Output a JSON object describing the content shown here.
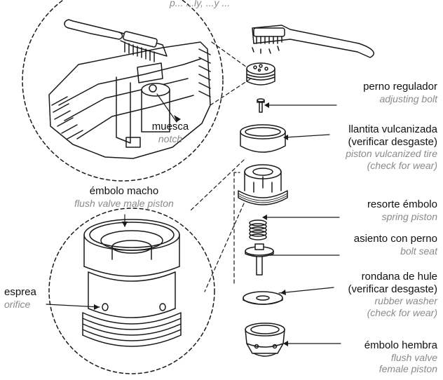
{
  "top_caption": "p...  ...ly, ...y ...",
  "labels": {
    "notch": {
      "es": "muesca",
      "en": "notch"
    },
    "male_piston": {
      "es": "émbolo macho",
      "en": "flush valve male piston"
    },
    "orifice": {
      "es": "esprea",
      "en": "orifice"
    },
    "bolt": {
      "es": "perno regulador",
      "en": "adjusting bolt"
    },
    "tire": {
      "es1": "llantita vulcanizada",
      "es2": "(verificar desgaste)",
      "en1": "piston vulcanized tire",
      "en2": "(check for wear)"
    },
    "spring": {
      "es": "resorte émbolo",
      "en": "spring piston"
    },
    "seat": {
      "es": "asiento con perno",
      "en": "bolt seat"
    },
    "washer": {
      "es1": "rondana de hule",
      "es2": "(verificar desgaste)",
      "en1": "rubber washer",
      "en2": "(check for wear)"
    },
    "female": {
      "es": "émbolo hembra",
      "en1": "flush valve",
      "en2": "female piston"
    }
  },
  "colors": {
    "line": "#1a1a1a",
    "gray_text": "#8a8a8a"
  },
  "icons": [
    "toothbrush-icon"
  ]
}
